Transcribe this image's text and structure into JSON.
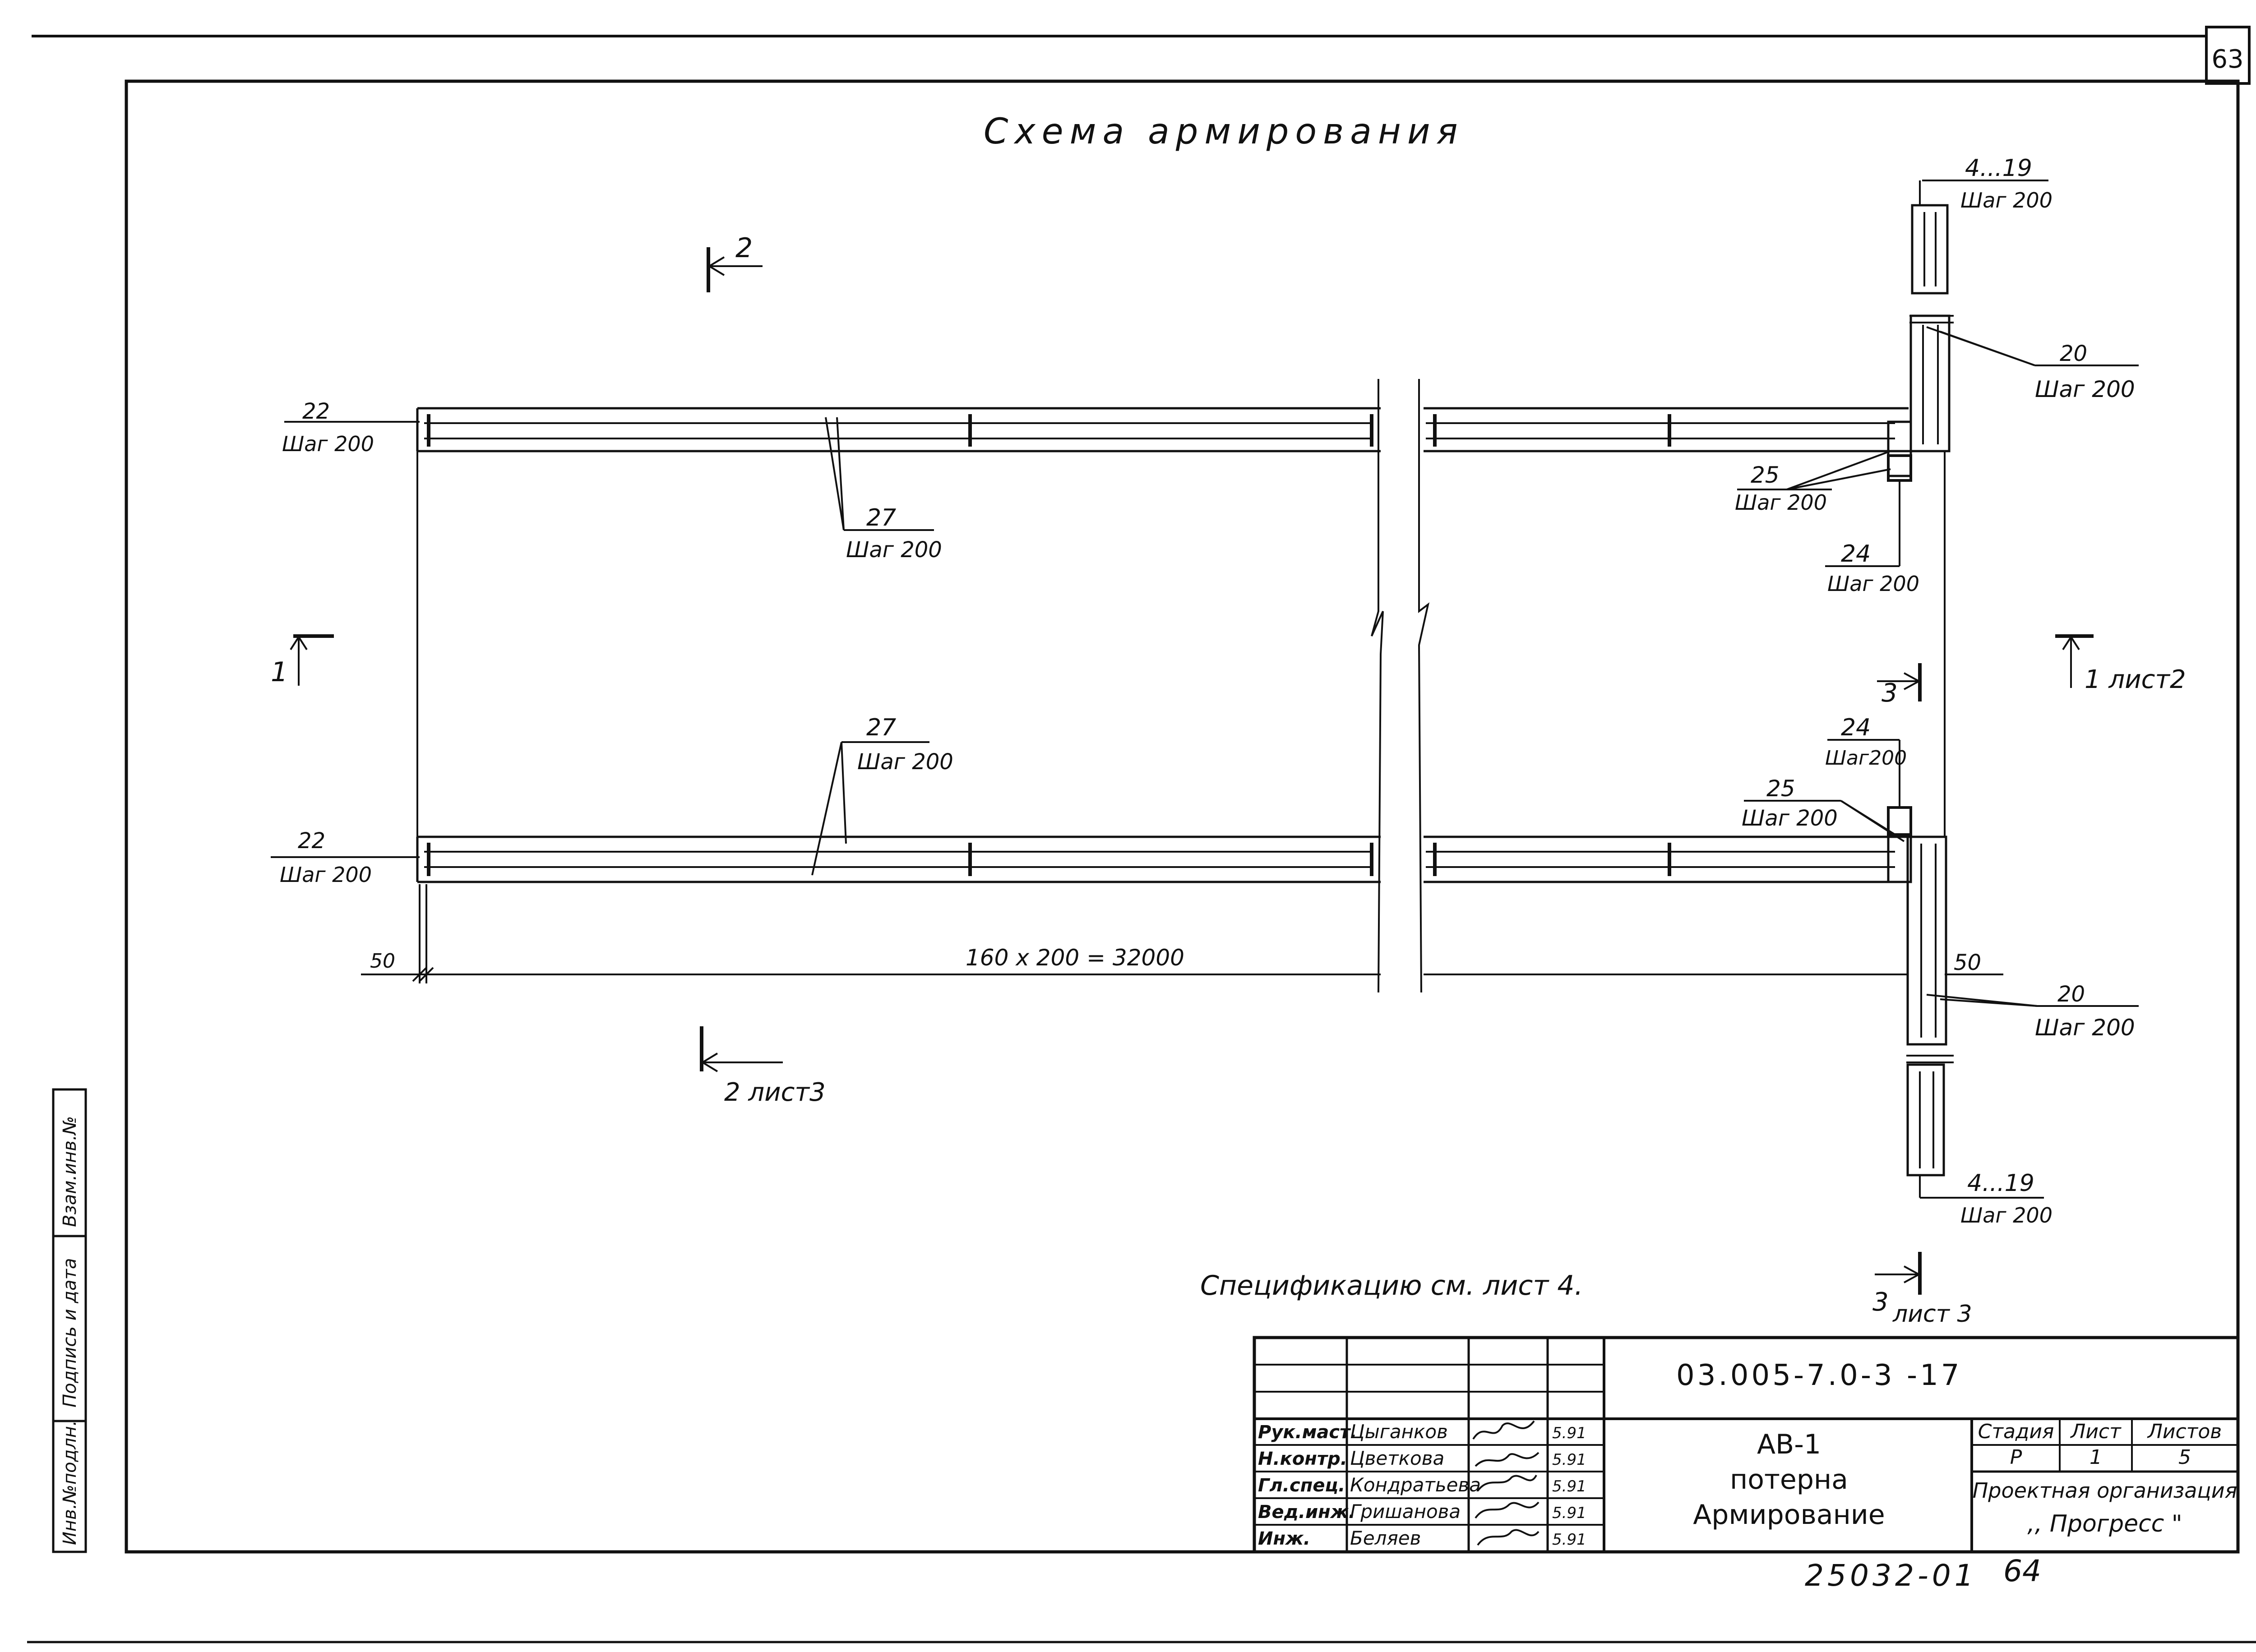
{
  "sheet": {
    "page_number": "63",
    "title": "Схема армирования",
    "specification_note": "Спецификацию см. лист 4.",
    "stamp_number": "25032-01",
    "stamp_page": "64"
  },
  "side_strip": {
    "inv_orig": "Инв.№подлн.",
    "sign_date": "Подпись и дата",
    "vzam_inv": "Взам.инв.№"
  },
  "sections": {
    "s2_top": "2",
    "s2_bottom": "2 лист3",
    "s1_left": "1",
    "s1_right": "1 лист2",
    "s3_top": "3",
    "s3_bottom_num": "3",
    "s3_bottom_sheet": "лист 3"
  },
  "labels": {
    "l22_top_num": "22",
    "l22_top_step": "Шаг 200",
    "l27_top_num": "27",
    "l27_top_step": "Шаг 200",
    "l22_bot_num": "22",
    "l22_bot_step": "Шаг 200",
    "l27_bot_num": "27",
    "l27_bot_step": "Шаг 200",
    "l419_top_num": "4...19",
    "l419_top_step": "Шаг 200",
    "l20_top_num": "20",
    "l20_top_step": "Шаг 200",
    "l25_top_num": "25",
    "l25_top_step": "Шаг 200",
    "l24_top_num": "24",
    "l24_top_step": "Шаг 200",
    "l24_bot_num": "24",
    "l24_bot_step": "Шаг200",
    "l25_bot_num": "25",
    "l25_bot_step": "Шаг 200",
    "l20_bot_num": "20",
    "l20_bot_step": "Шаг 200",
    "l419_bot_num": "4...19",
    "l419_bot_step": "Шаг 200"
  },
  "dimensions": {
    "d50_left": "50",
    "d_main": "160 x 200 = 32000",
    "d50_right": "50"
  },
  "title_block": {
    "code": "03.005-7.0-3 -17",
    "object_line1": "АВ-1",
    "object_line2": "потерна",
    "object_line3": "Армирование",
    "stage_header": "Стадия",
    "sheet_header": "Лист",
    "sheets_header": "Листов",
    "stage_value": "Р",
    "sheet_value": "1",
    "sheets_value": "5",
    "org_line1": "Проектная организация",
    "org_line2": ",, Прогресс \"",
    "rows": [
      {
        "role": "Рук.маст.",
        "name": "Цыганков",
        "date": "5.91"
      },
      {
        "role": "Н.контр.",
        "name": "Цветкова",
        "date": "5.91"
      },
      {
        "role": "Гл.спец.",
        "name": "Кондратьева",
        "date": "5.91"
      },
      {
        "role": "Вед.инж.",
        "name": "Гришанова",
        "date": "5.91"
      },
      {
        "role": "Инж.",
        "name": "Беляев",
        "date": "5.91"
      }
    ]
  }
}
